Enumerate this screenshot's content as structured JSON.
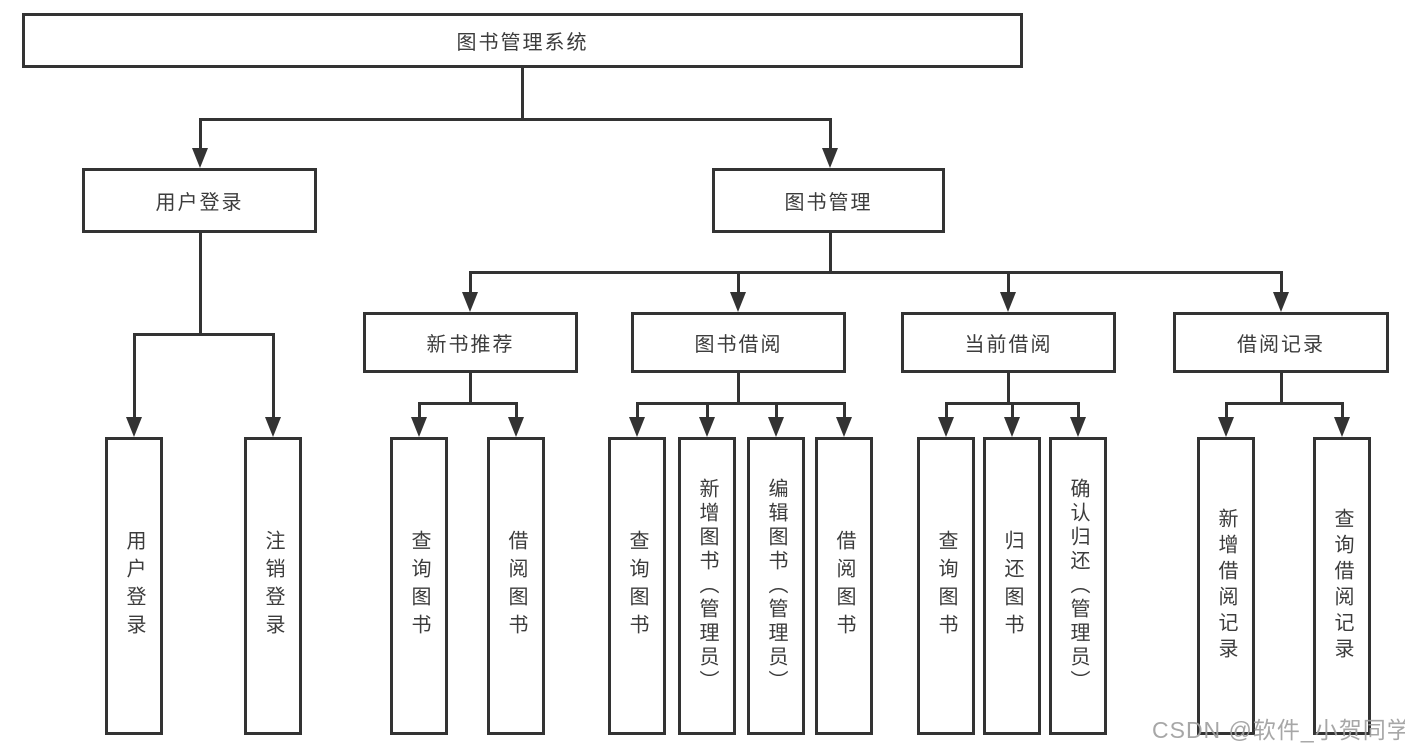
{
  "watermark": "CSDN @软件_小贺同学",
  "colors": {
    "line": "#333333",
    "text": "#3c3c3c",
    "background": "#ffffff",
    "watermark": "#a0a0a0"
  },
  "diagram": {
    "type": "tree",
    "root": {
      "id": "library-management-system",
      "label": "图书管理系统"
    },
    "level2": [
      {
        "id": "user-login",
        "label": "用户登录",
        "parent": "library-management-system"
      },
      {
        "id": "book-management",
        "label": "图书管理",
        "parent": "library-management-system"
      }
    ],
    "level3": [
      {
        "id": "new-book-recommend",
        "label": "新书推荐",
        "parent": "book-management"
      },
      {
        "id": "book-borrowing",
        "label": "图书借阅",
        "parent": "book-management"
      },
      {
        "id": "current-borrowing",
        "label": "当前借阅",
        "parent": "book-management"
      },
      {
        "id": "borrowing-records",
        "label": "借阅记录",
        "parent": "book-management"
      }
    ],
    "leaves": [
      {
        "id": "user-login-leaf",
        "label": "用户登录",
        "parent": "user-login"
      },
      {
        "id": "logout-leaf",
        "label": "注销登录",
        "parent": "user-login"
      },
      {
        "id": "recommend-query-books",
        "label": "查询图书",
        "parent": "new-book-recommend"
      },
      {
        "id": "recommend-borrow-books",
        "label": "借阅图书",
        "parent": "new-book-recommend"
      },
      {
        "id": "borrowing-query-books",
        "label": "查询图书",
        "parent": "book-borrowing"
      },
      {
        "id": "borrowing-add-books",
        "label": "新增图书（管理员）",
        "parent": "book-borrowing"
      },
      {
        "id": "borrowing-edit-books",
        "label": "编辑图书（管理员）",
        "parent": "book-borrowing"
      },
      {
        "id": "borrowing-borrow-books",
        "label": "借阅图书",
        "parent": "book-borrowing"
      },
      {
        "id": "current-query-books",
        "label": "查询图书",
        "parent": "current-borrowing"
      },
      {
        "id": "current-return-books",
        "label": "归还图书",
        "parent": "current-borrowing"
      },
      {
        "id": "current-confirm-return",
        "label": "确认归还（管理员）",
        "parent": "current-borrowing"
      },
      {
        "id": "records-add-record",
        "label": "新增借阅记录",
        "parent": "borrowing-records"
      },
      {
        "id": "records-query-record",
        "label": "查询借阅记录",
        "parent": "borrowing-records"
      }
    ]
  }
}
